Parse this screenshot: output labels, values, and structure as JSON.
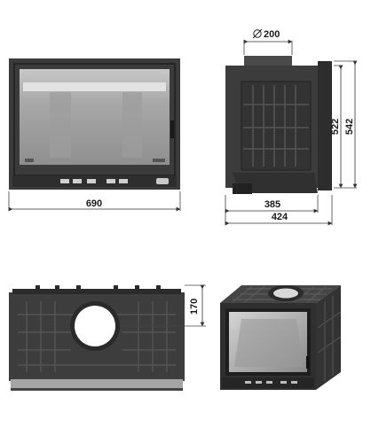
{
  "diagram": {
    "dimensions": {
      "front_width": "690",
      "flue_diameter": "200",
      "side_height_inner": "522",
      "side_height_outer": "542",
      "side_depth_inner": "385",
      "side_depth_outer": "424",
      "top_outlet_offset": "170"
    }
  },
  "colors": {
    "body": "#3a3a3a",
    "body_dark": "#222222",
    "glass": "#a9a9a9",
    "glass_light": "#d9d9d9",
    "line": "#555555"
  }
}
